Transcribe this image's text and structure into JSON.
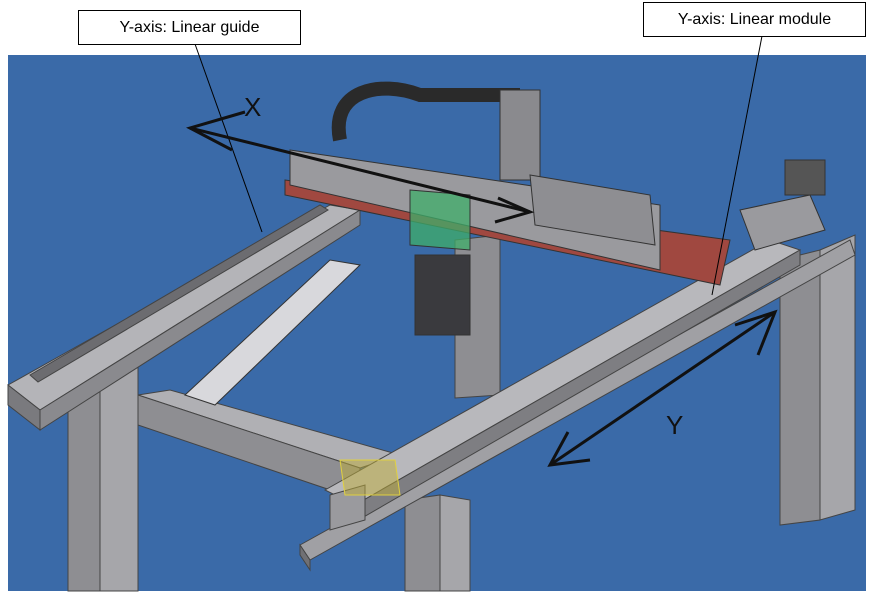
{
  "labels": {
    "linear_guide": "Y-axis: Linear guide",
    "linear_module": "Y-axis: Linear module"
  },
  "axes": {
    "x_label": "X",
    "y_label": "Y"
  },
  "colors": {
    "background": "#3a6aa8",
    "frame": "#9a9a9e",
    "carriage": "#b04a40",
    "highlight": "#3fae6a",
    "arrow": "#111111"
  }
}
